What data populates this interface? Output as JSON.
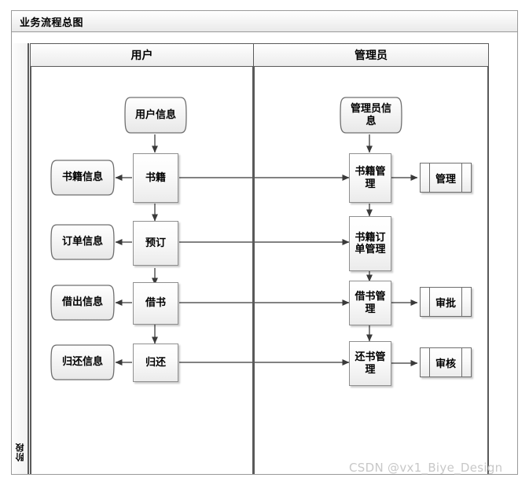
{
  "diagram": {
    "title": "业务流程总图",
    "phase_label": "阶段",
    "watermark": "CSDN @vx1_Biye_Design",
    "colors": {
      "border": "#9a9a9a",
      "lane_border": "#5a5a5a",
      "node_border": "#8f8f8f",
      "connector": "#595959",
      "watermark": "#c8c8c8",
      "node_fill_top": "#ffffff",
      "node_fill_bottom": "#ebebeb"
    },
    "lanes": [
      {
        "id": "user",
        "label": "用户"
      },
      {
        "id": "admin",
        "label": "管理员"
      }
    ],
    "nodes": [
      {
        "id": "user-info",
        "label": "用户信息",
        "type": "document",
        "lane": "user"
      },
      {
        "id": "admin-info",
        "label": "管理员信息",
        "type": "document",
        "lane": "admin"
      },
      {
        "id": "book",
        "label": "书籍",
        "type": "process",
        "lane": "user"
      },
      {
        "id": "reserve",
        "label": "预订",
        "type": "process",
        "lane": "user"
      },
      {
        "id": "borrow",
        "label": "借书",
        "type": "process",
        "lane": "user"
      },
      {
        "id": "return",
        "label": "归还",
        "type": "process",
        "lane": "user"
      },
      {
        "id": "book-info",
        "label": "书籍信息",
        "type": "document",
        "lane": "user"
      },
      {
        "id": "order-info",
        "label": "订单信息",
        "type": "document",
        "lane": "user"
      },
      {
        "id": "lend-info",
        "label": "借出信息",
        "type": "document",
        "lane": "user"
      },
      {
        "id": "return-info",
        "label": "归还信息",
        "type": "document",
        "lane": "user"
      },
      {
        "id": "book-mgmt",
        "label": "书籍管理",
        "type": "process",
        "lane": "admin"
      },
      {
        "id": "book-order-mgmt",
        "label": "书籍订单管理",
        "type": "process",
        "lane": "admin"
      },
      {
        "id": "borrow-mgmt",
        "label": "借书管理",
        "type": "process",
        "lane": "admin"
      },
      {
        "id": "return-mgmt",
        "label": "还书管理",
        "type": "process",
        "lane": "admin"
      },
      {
        "id": "manage",
        "label": "管理",
        "type": "predefined-process",
        "lane": "admin"
      },
      {
        "id": "approve",
        "label": "审批",
        "type": "predefined-process",
        "lane": "admin"
      },
      {
        "id": "audit",
        "label": "审核",
        "type": "predefined-process",
        "lane": "admin"
      }
    ],
    "edges": [
      {
        "from": "user-info",
        "to": "book"
      },
      {
        "from": "book",
        "to": "book-info"
      },
      {
        "from": "book",
        "to": "reserve"
      },
      {
        "from": "book",
        "to": "book-mgmt"
      },
      {
        "from": "reserve",
        "to": "order-info"
      },
      {
        "from": "reserve",
        "to": "borrow"
      },
      {
        "from": "reserve",
        "to": "book-order-mgmt"
      },
      {
        "from": "borrow",
        "to": "lend-info"
      },
      {
        "from": "borrow",
        "to": "return"
      },
      {
        "from": "borrow",
        "to": "borrow-mgmt"
      },
      {
        "from": "return",
        "to": "return-info"
      },
      {
        "from": "return",
        "to": "return-mgmt"
      },
      {
        "from": "admin-info",
        "to": "book-mgmt"
      },
      {
        "from": "book-mgmt",
        "to": "manage"
      },
      {
        "from": "book-mgmt",
        "to": "book-order-mgmt"
      },
      {
        "from": "book-order-mgmt",
        "to": "borrow-mgmt"
      },
      {
        "from": "borrow-mgmt",
        "to": "approve"
      },
      {
        "from": "borrow-mgmt",
        "to": "return-mgmt"
      },
      {
        "from": "return-mgmt",
        "to": "audit"
      }
    ]
  }
}
